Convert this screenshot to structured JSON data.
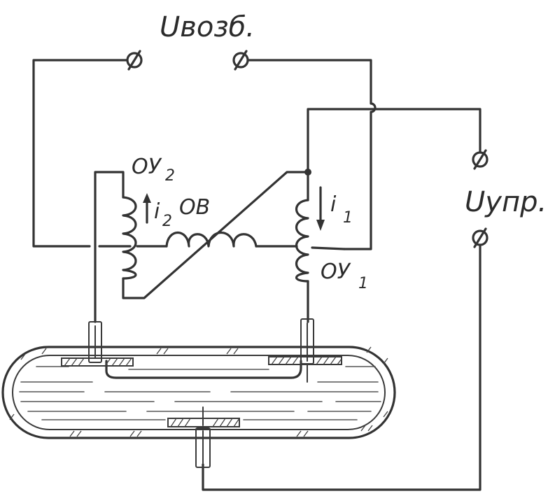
{
  "labels": {
    "u_excitation": "Uвозб.",
    "u_control": "Uупр.",
    "control_winding_2": "ОУ",
    "control_winding_2_index": "2",
    "control_winding_1": "ОУ",
    "control_winding_1_index": "1",
    "excitation_winding": "ОВ",
    "current_2": "i",
    "current_2_index": "2",
    "current_1": "i",
    "current_1_index": "1"
  }
}
